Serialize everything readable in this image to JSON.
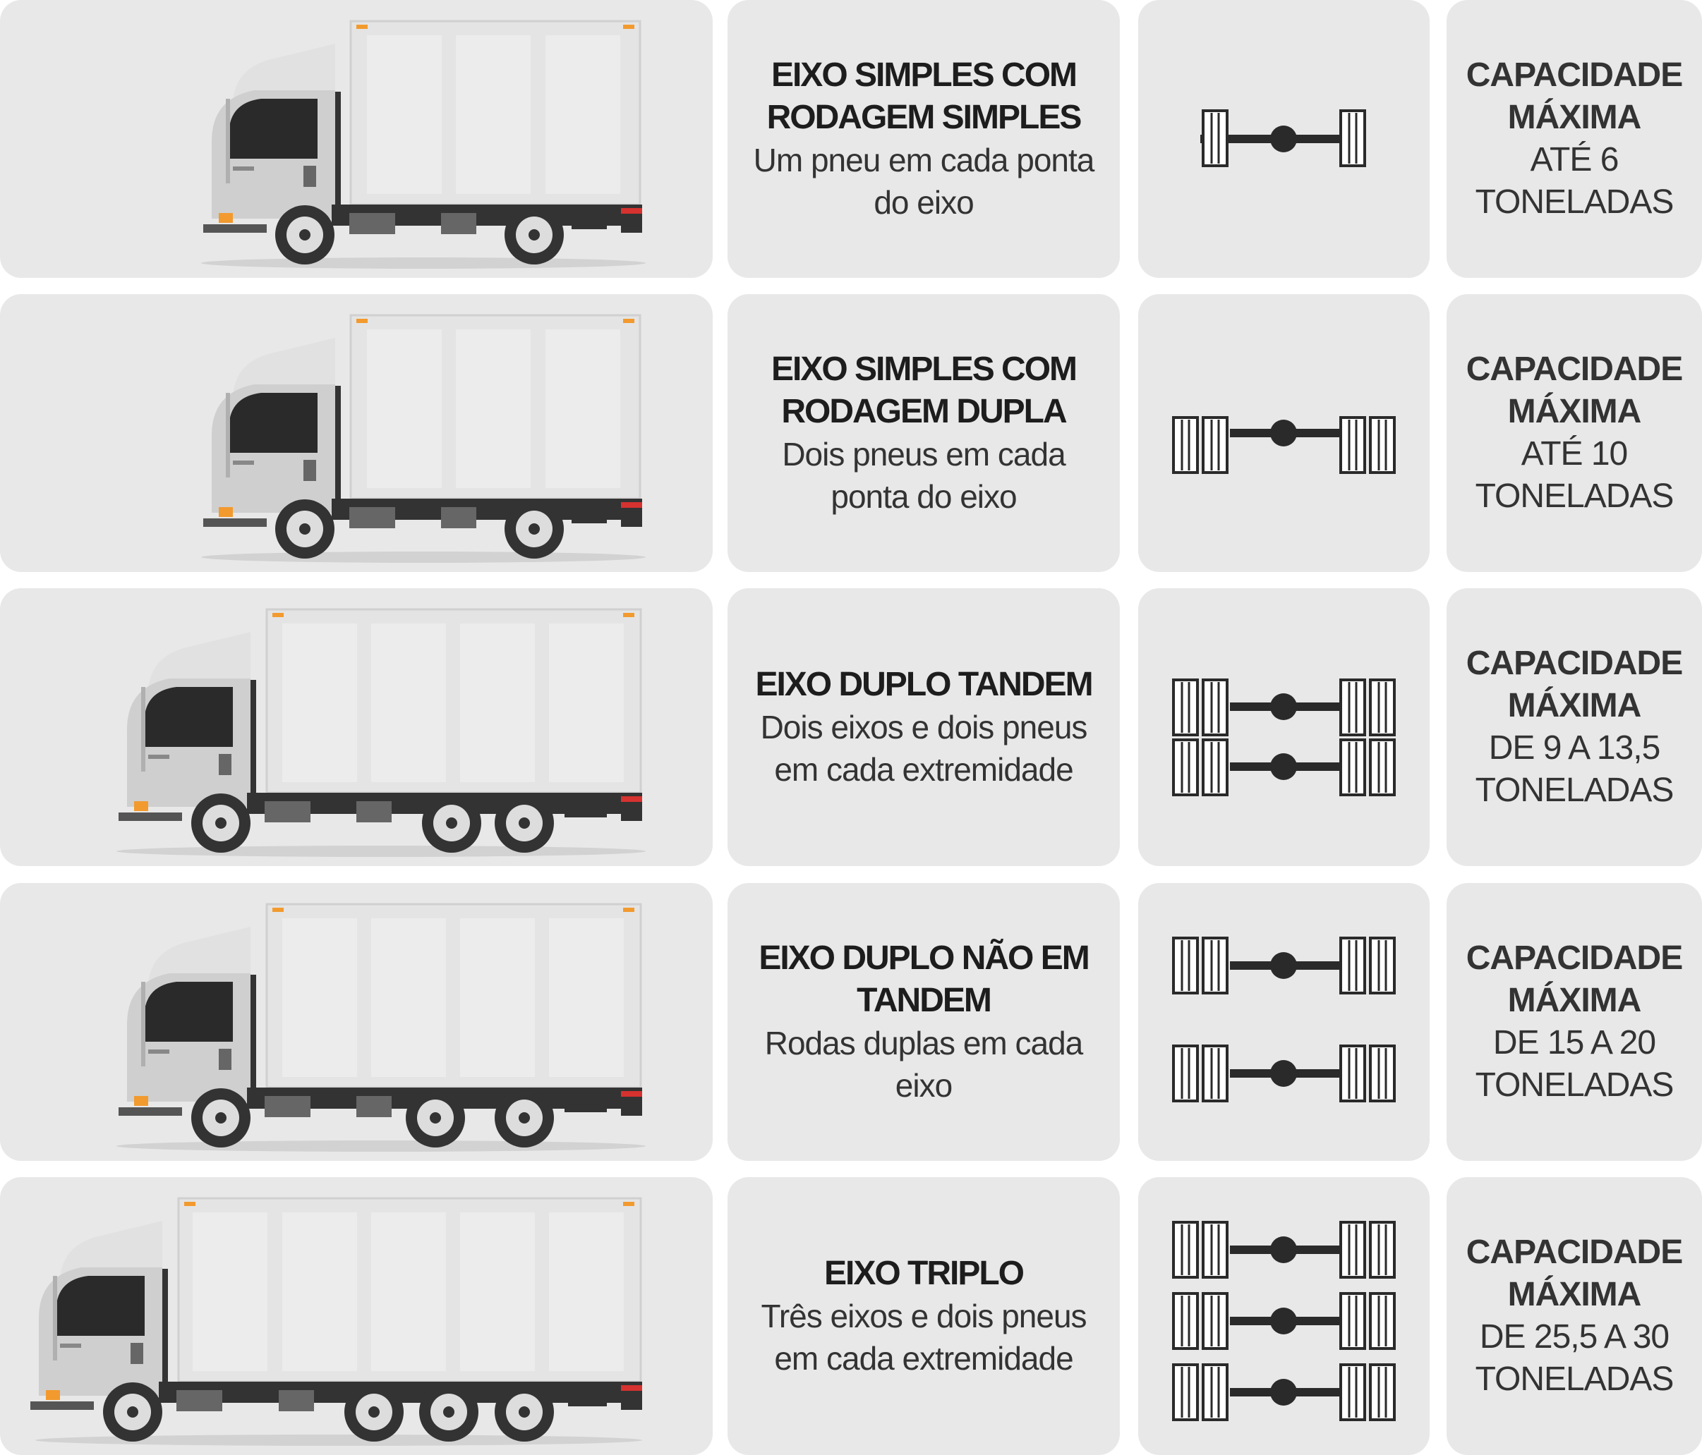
{
  "colors": {
    "panel": "#e8e8e8",
    "truck_body": "#d4d4d4",
    "cargo_box": "#e4e4e4",
    "cab": "#cfcfcf",
    "window": "#2a2a2a",
    "chassis": "#333333",
    "accent_light": "#f29a2e",
    "tail_light": "#d6322f",
    "text_dark": "#1d1d1d",
    "text": "#333333"
  },
  "rows": [
    {
      "icon": "truck-2-axle-icon",
      "title_lines": [
        "EIXO SIMPLES COM",
        "RODAGEM SIMPLES"
      ],
      "desc_lines": [
        "Um pneu em cada ponta",
        "do eixo"
      ],
      "axle_icon": "single-axle-single-tire-icon",
      "capacity_title_lines": [
        "CAPACIDADE",
        "MÁXIMA"
      ],
      "capacity_lines": [
        "ATÉ 6",
        "TONELADAS"
      ]
    },
    {
      "icon": "truck-2-axle-icon",
      "title_lines": [
        "EIXO SIMPLES COM",
        "RODAGEM DUPLA"
      ],
      "desc_lines": [
        "Dois pneus em cada",
        "ponta do eixo"
      ],
      "axle_icon": "single-axle-dual-tire-icon",
      "capacity_title_lines": [
        "CAPACIDADE",
        "MÁXIMA"
      ],
      "capacity_lines": [
        "ATÉ 10",
        "TONELADAS"
      ]
    },
    {
      "icon": "truck-3-axle-tandem-icon",
      "title_lines": [
        "EIXO DUPLO TANDEM"
      ],
      "desc_lines": [
        "Dois eixos e dois pneus",
        "em cada extremidade"
      ],
      "axle_icon": "double-axle-tandem-icon",
      "capacity_title_lines": [
        "CAPACIDADE",
        "MÁXIMA"
      ],
      "capacity_lines": [
        "DE 9 A 13,5",
        "TONELADAS"
      ]
    },
    {
      "icon": "truck-3-axle-spread-icon",
      "title_lines": [
        "EIXO DUPLO NÃO EM",
        "TANDEM"
      ],
      "desc_lines": [
        "Rodas duplas em cada",
        "eixo"
      ],
      "axle_icon": "double-axle-spread-icon",
      "capacity_title_lines": [
        "CAPACIDADE",
        "MÁXIMA"
      ],
      "capacity_lines": [
        "DE 15 A 20",
        "TONELADAS"
      ]
    },
    {
      "icon": "truck-4-axle-icon",
      "title_lines": [
        "EIXO TRIPLO"
      ],
      "desc_lines": [
        "Três eixos e dois pneus",
        "em cada extremidade"
      ],
      "axle_icon": "triple-axle-icon",
      "capacity_title_lines": [
        "CAPACIDADE",
        "MÁXIMA"
      ],
      "capacity_lines": [
        "DE 25,5 A 30",
        "TONELADAS"
      ]
    }
  ]
}
